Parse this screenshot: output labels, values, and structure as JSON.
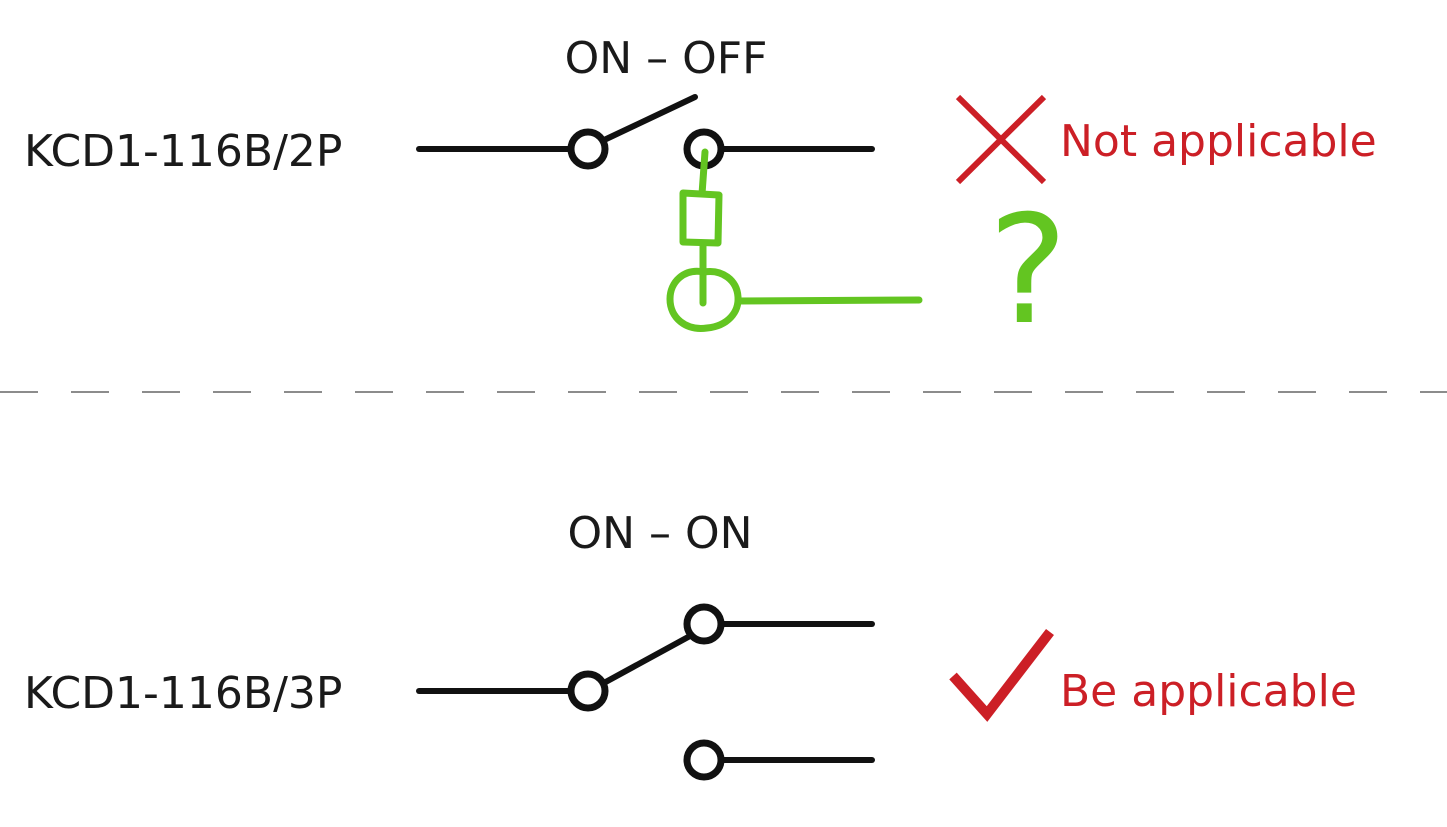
{
  "colors": {
    "line": "#111111",
    "text": "#1a1a1a",
    "status_red": "#cc1f26",
    "annotation_green": "#63c521",
    "divider": "#8c8c8c"
  },
  "top": {
    "mode_label": "ON – OFF",
    "model_label": "KCD1-116B/2P",
    "verdict_icon": "cross-icon",
    "verdict_text": "Not applicable",
    "annotation_question": "?"
  },
  "bottom": {
    "mode_label": "ON – ON",
    "model_label": "KCD1-116B/3P",
    "verdict_icon": "check-icon",
    "verdict_text": "Be applicable"
  }
}
